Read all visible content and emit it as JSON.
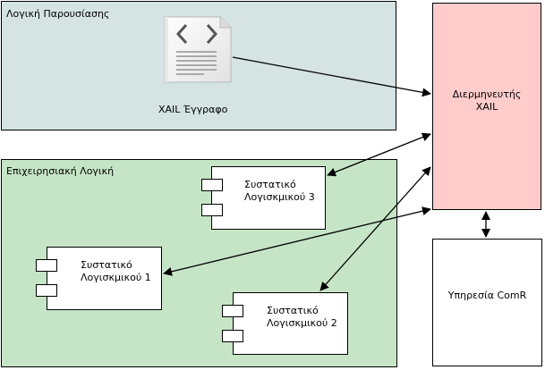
{
  "presentation_layer": {
    "title": "Λογική Παρουσίασης"
  },
  "business_layer": {
    "title": "Επιχειρησιακή Λογική"
  },
  "document": {
    "label": "XAIL Έγγραφο",
    "icon": "xml-document-icon"
  },
  "interpreter": {
    "line1": "Διερμηνευτής",
    "line2": "XAIL"
  },
  "service": {
    "label": "Υπηρεσία ComR"
  },
  "components": [
    {
      "line1": "Συστατικό",
      "line2": "Λογισκμικού 3"
    },
    {
      "line1": "Συστατικό",
      "line2": "Λογισκμικού 1"
    },
    {
      "line1": "Συστατικό",
      "line2": "Λογισκμικού 2"
    }
  ],
  "colors": {
    "presentation_fill": "#d5e3e3",
    "business_fill": "#c6e5c6",
    "interpreter_fill": "#ffcccc",
    "border": "#000000"
  }
}
